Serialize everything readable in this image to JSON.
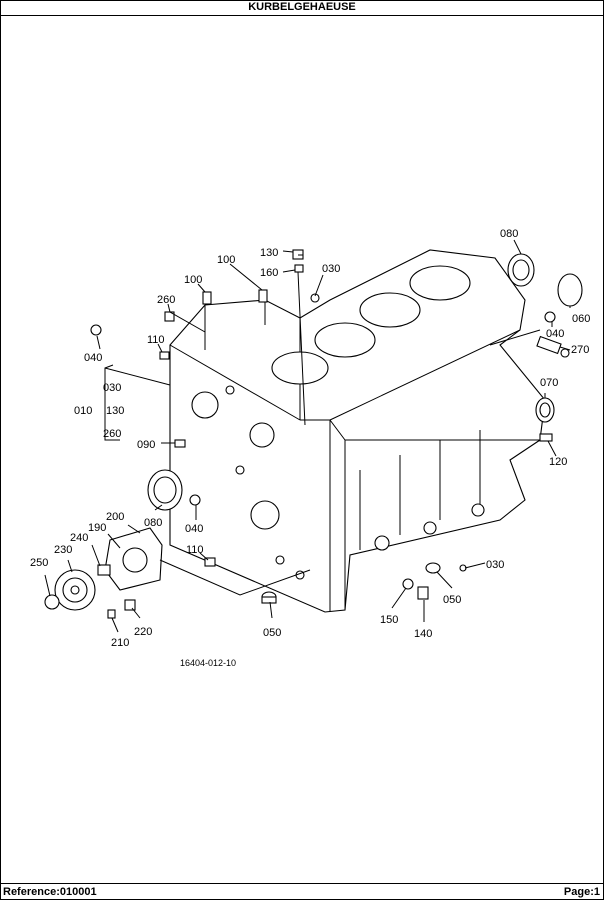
{
  "title": "KURBELGEHAEUSE",
  "footer": {
    "reference": "Reference:010001",
    "page": "Page:1"
  },
  "drawing_number": "16404-012-10",
  "callouts": {
    "c080a": "080",
    "c130": "130",
    "c100a": "100",
    "c160": "160",
    "c030a": "030",
    "c100b": "100",
    "c260a": "260",
    "c060": "060",
    "c040a": "040",
    "c110a": "110",
    "c040b": "040",
    "c270": "270",
    "c030b": "030",
    "c010": "010",
    "c130b": "130",
    "c260b": "260",
    "c070": "070",
    "c090": "090",
    "c120": "120",
    "c080b": "080",
    "c040c": "040",
    "c200": "200",
    "c190": "190",
    "c240": "240",
    "c230": "230",
    "c110b": "110",
    "c250": "250",
    "c030c": "030",
    "c050a": "050",
    "c220": "220",
    "c210": "210",
    "c050b": "050",
    "c150": "150",
    "c140": "140"
  }
}
